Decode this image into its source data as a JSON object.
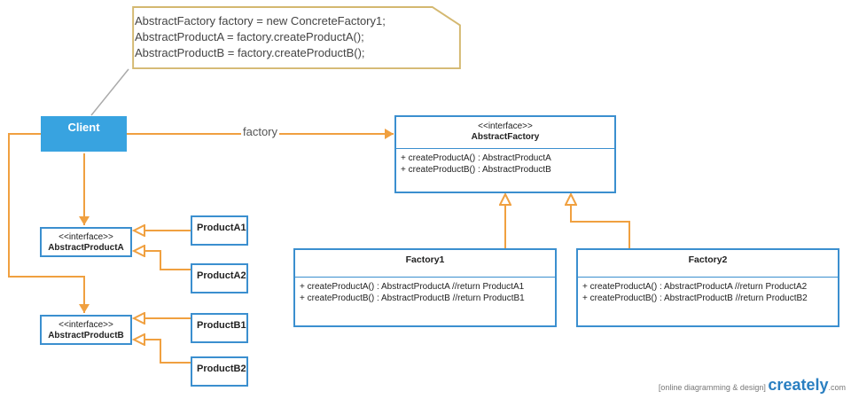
{
  "note": {
    "lines": [
      "AbstractFactory factory = new ConcreteFactory1;",
      "AbstractProductA = factory.createProductA();",
      "AbstractProductB = factory.createProductB();"
    ]
  },
  "client": {
    "label": "Client"
  },
  "association": {
    "label": "factory"
  },
  "abstract_factory": {
    "stereotype": "<<interface>>",
    "name": "AbstractFactory",
    "ops": "+ createProductA() : AbstractProductA\n+ createProductB() : AbstractProductB"
  },
  "abstract_product_a": {
    "stereotype": "<<interface>>",
    "name": "AbstractProductA"
  },
  "abstract_product_b": {
    "stereotype": "<<interface>>",
    "name": "AbstractProductB"
  },
  "products": {
    "a1": "ProductA1",
    "a2": "ProductA2",
    "b1": "ProductB1",
    "b2": "ProductB2"
  },
  "factory1": {
    "name": "Factory1",
    "ops": "+ createProductA() : AbstractProductA //return ProductA1\n+ createProductB() : AbstractProductB //return ProductB1"
  },
  "factory2": {
    "name": "Factory2",
    "ops": "+ createProductA() : AbstractProductA //return ProductA2\n+ createProductB() : AbstractProductB //return ProductB2"
  },
  "footer": {
    "caption": "[online diagramming & design]",
    "brand": "creately",
    "brand_suffix": ".com"
  },
  "colors": {
    "connector": "#f0a040",
    "border": "#3b8fcf",
    "client_fill": "#38a3e0",
    "note_border": "#d4b870"
  }
}
